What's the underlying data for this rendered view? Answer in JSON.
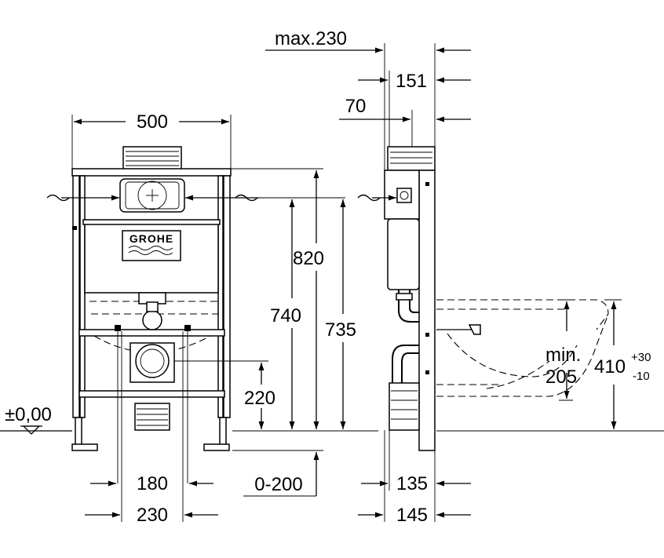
{
  "brand": "GROHE",
  "front_view": {
    "width_label": "500",
    "height_top_label": "820",
    "height_mid_label": "740",
    "outlet_height_label": "220",
    "floor_label": "±0,00",
    "spacing_inner_label": "180",
    "spacing_outer_label": "230",
    "floor_range_label": "0-200"
  },
  "side_view": {
    "max_depth_label": "max.230",
    "depth_label": "151",
    "module_label": "70",
    "height_label": "735",
    "bottom_inner_label": "135",
    "bottom_outer_label": "145",
    "min_label_1": "min.",
    "min_label_2": "205",
    "bowl_height_label": "410",
    "bowl_tol_plus": "+30",
    "bowl_tol_minus": "-10"
  },
  "colors": {
    "line": "#000000",
    "background": "#ffffff"
  }
}
